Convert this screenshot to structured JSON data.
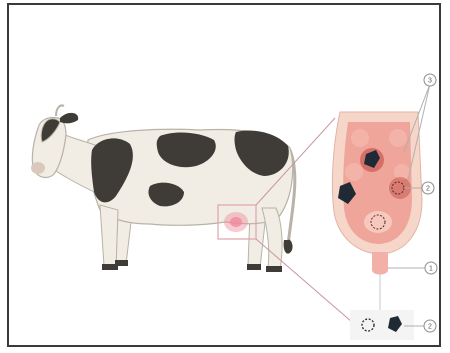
{
  "colors": {
    "frame": "#3a3a3a",
    "cow_body": "#f1ede4",
    "cow_outline": "#b9b2a6",
    "cow_spots": "#3f3b36",
    "udder_highlight": "#f08a9c",
    "highlight_box": "#e0a2ad",
    "zoom_lines": "#c9969f",
    "tissue_outer": "#f6d6c9",
    "tissue_inner": "#ef9c92",
    "tissue_dark": "#c95a52",
    "lesion": "#1f2a35",
    "teat": "#f2b0a8",
    "callout_circle": "#ffffff",
    "callout_line": "#b0b0b0",
    "callout_stroke": "#8c8c8c"
  },
  "callouts": [
    {
      "id": "top",
      "label": "3"
    },
    {
      "id": "middle",
      "label": "2"
    },
    {
      "id": "teat",
      "label": "1"
    },
    {
      "id": "bottom",
      "label": "2"
    }
  ]
}
